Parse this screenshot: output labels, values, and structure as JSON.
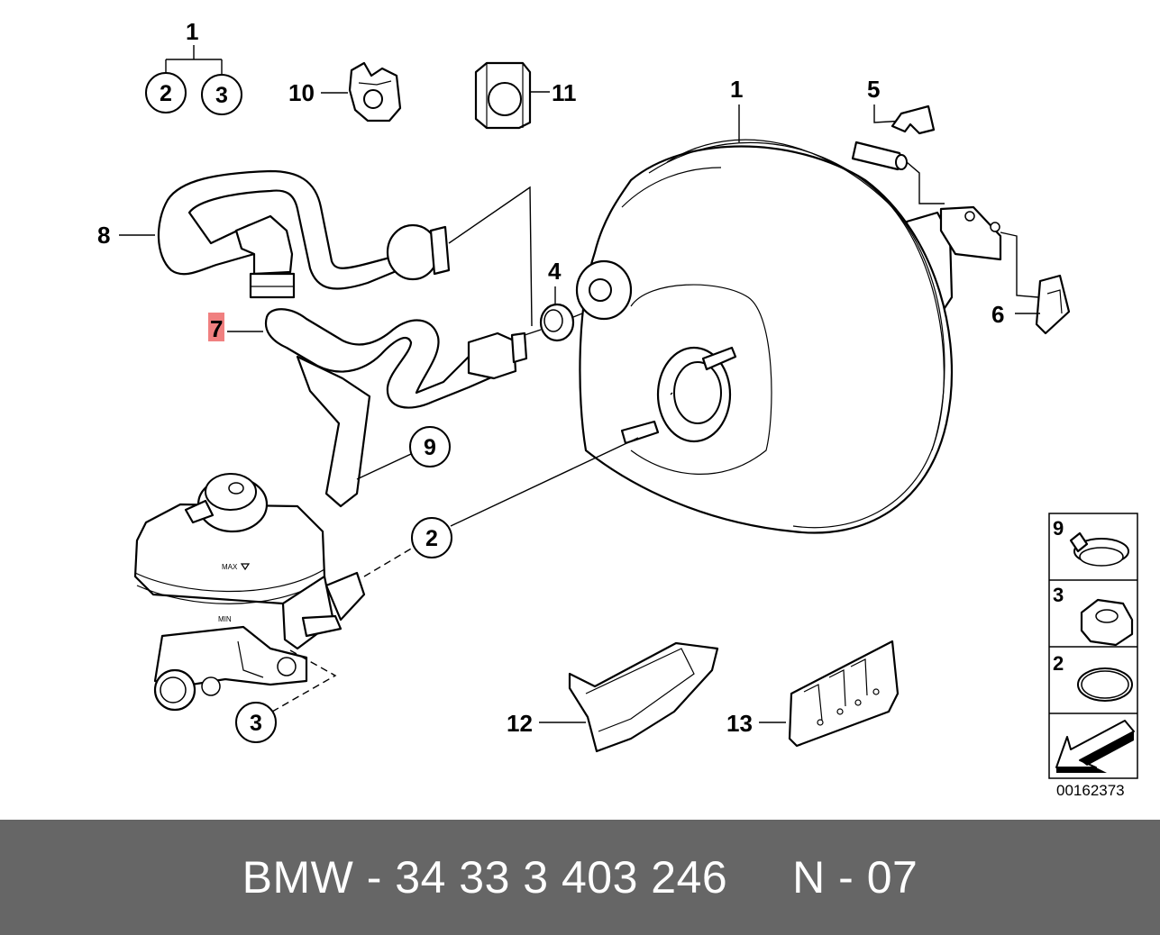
{
  "callouts": {
    "c1_top": "1",
    "c2_top": "2",
    "c3_top": "3",
    "c10": "10",
    "c11": "11",
    "c1_booster": "1",
    "c5": "5",
    "c8": "8",
    "c4": "4",
    "c6": "6",
    "c7": "7",
    "c9": "9",
    "c2_mid": "2",
    "c3_low": "3",
    "c12": "12",
    "c13": "13"
  },
  "highlight_color": "#f08080",
  "legend": [
    {
      "number": "9",
      "icon": "hose-clamp-icon"
    },
    {
      "number": "3",
      "icon": "hex-nut-icon"
    },
    {
      "number": "2",
      "icon": "o-ring-icon"
    },
    {
      "number": "",
      "icon": "direction-arrow-icon"
    }
  ],
  "reservoir_labels": {
    "max": "MAX",
    "min": "MIN"
  },
  "diagram_number": "00162373",
  "footer": {
    "text": "BMW - 34 33 3 403 246     N - 07"
  }
}
